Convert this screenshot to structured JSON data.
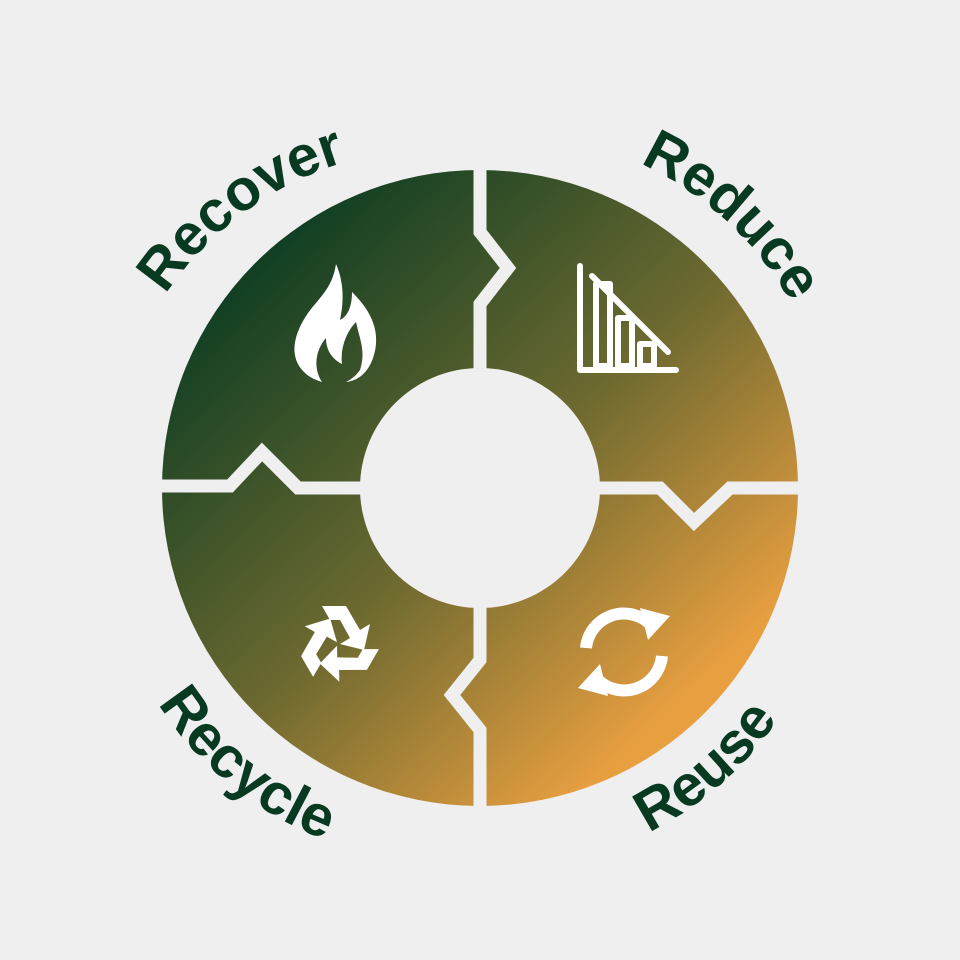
{
  "diagram": {
    "type": "circular-cycle",
    "colors": {
      "background": "#efefef",
      "gradient_dark": "#063a22",
      "gradient_mid": "#6e6a30",
      "gradient_light": "#e89f40",
      "label": "#083a22",
      "icon": "#ffffff"
    },
    "segments": [
      {
        "id": "recover",
        "label": "Recover",
        "icon": "flame-icon"
      },
      {
        "id": "reduce",
        "label": "Reduce",
        "icon": "declining-bar-chart-icon"
      },
      {
        "id": "reuse",
        "label": "Reuse",
        "icon": "refresh-arrows-icon"
      },
      {
        "id": "recycle",
        "label": "Recycle",
        "icon": "recycle-icon"
      }
    ]
  }
}
